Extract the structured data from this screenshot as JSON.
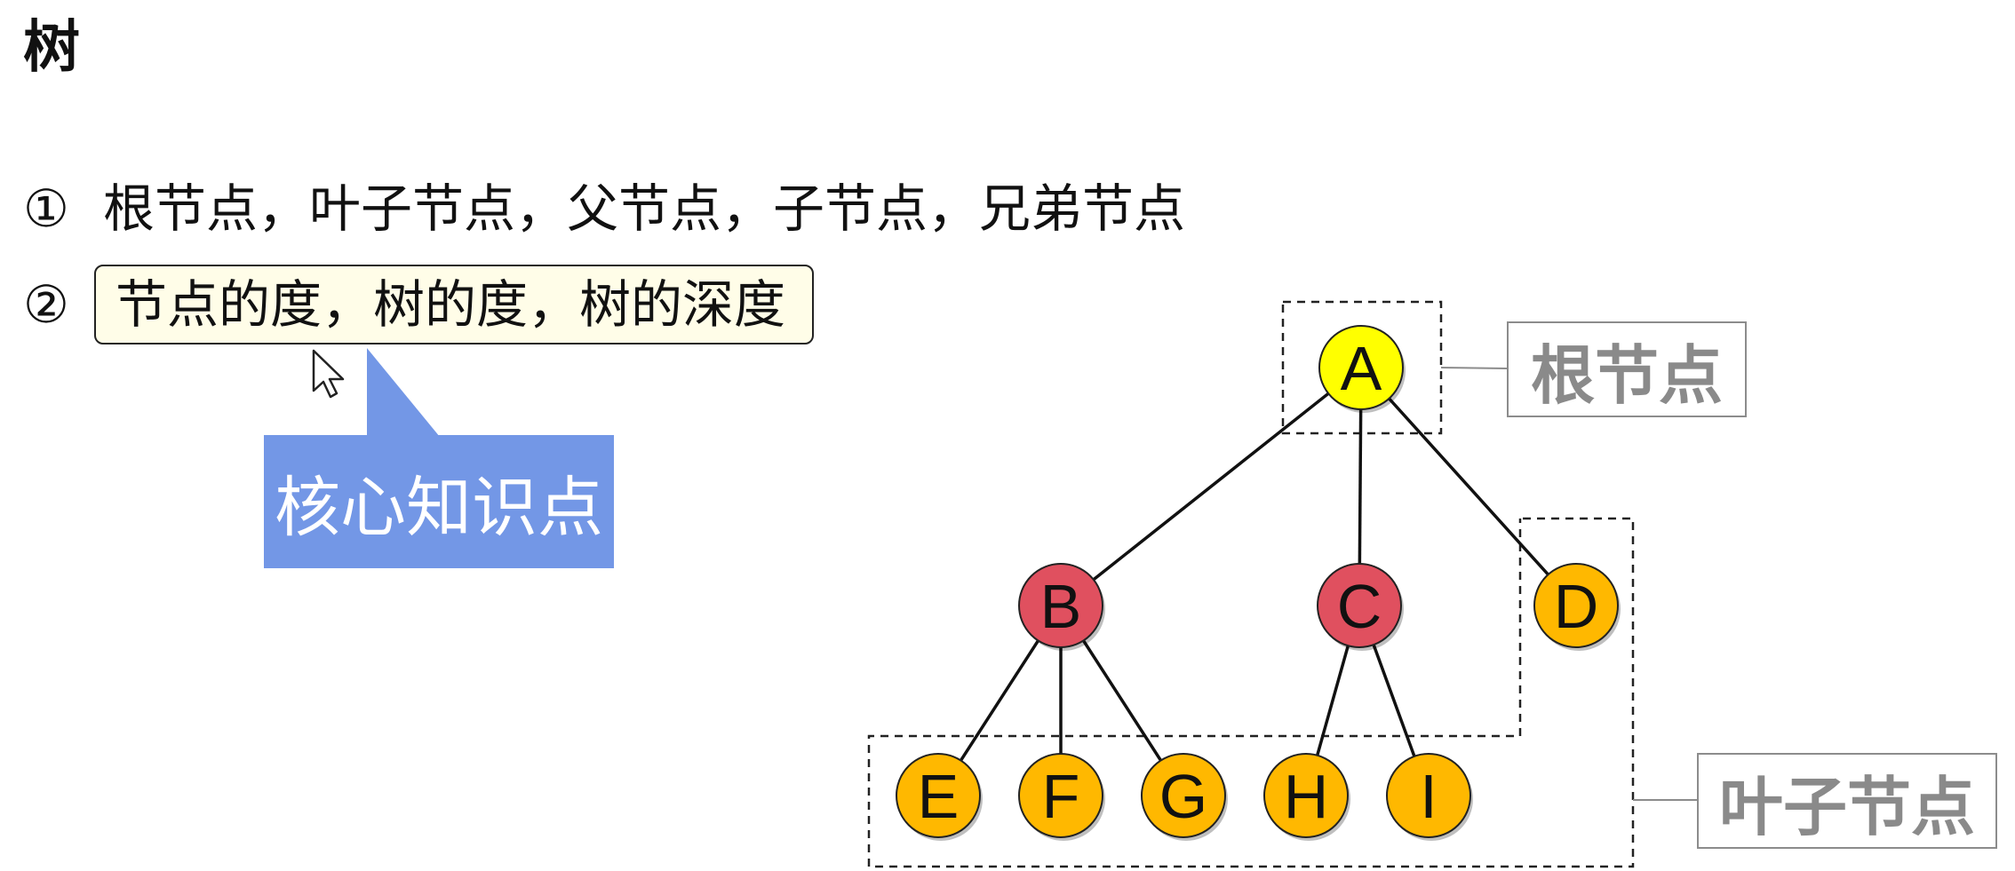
{
  "title": "树",
  "items": [
    {
      "num": "①",
      "text": "根节点，叶子节点，父节点，子节点，兄弟节点"
    },
    {
      "num": "②",
      "text": "节点的度，树的度，树的深度"
    }
  ],
  "callout": "核心知识点",
  "labels": {
    "root": "根节点",
    "leaf": "叶子节点"
  },
  "colors": {
    "root": "#ffff00",
    "internal": "#e0505f",
    "leaf": "#ffb800",
    "callout": "#7397e6",
    "highlight": "#fffde8"
  },
  "tree": {
    "nodes": [
      {
        "id": "A",
        "label": "A",
        "kind": "root"
      },
      {
        "id": "B",
        "label": "B",
        "kind": "internal"
      },
      {
        "id": "C",
        "label": "C",
        "kind": "internal"
      },
      {
        "id": "D",
        "label": "D",
        "kind": "leaf"
      },
      {
        "id": "E",
        "label": "E",
        "kind": "leaf"
      },
      {
        "id": "F",
        "label": "F",
        "kind": "leaf"
      },
      {
        "id": "G",
        "label": "G",
        "kind": "leaf"
      },
      {
        "id": "H",
        "label": "H",
        "kind": "leaf"
      },
      {
        "id": "I",
        "label": "I",
        "kind": "leaf"
      }
    ],
    "edges": [
      [
        "A",
        "B"
      ],
      [
        "A",
        "C"
      ],
      [
        "A",
        "D"
      ],
      [
        "B",
        "E"
      ],
      [
        "B",
        "F"
      ],
      [
        "B",
        "G"
      ],
      [
        "C",
        "H"
      ],
      [
        "C",
        "I"
      ]
    ]
  }
}
